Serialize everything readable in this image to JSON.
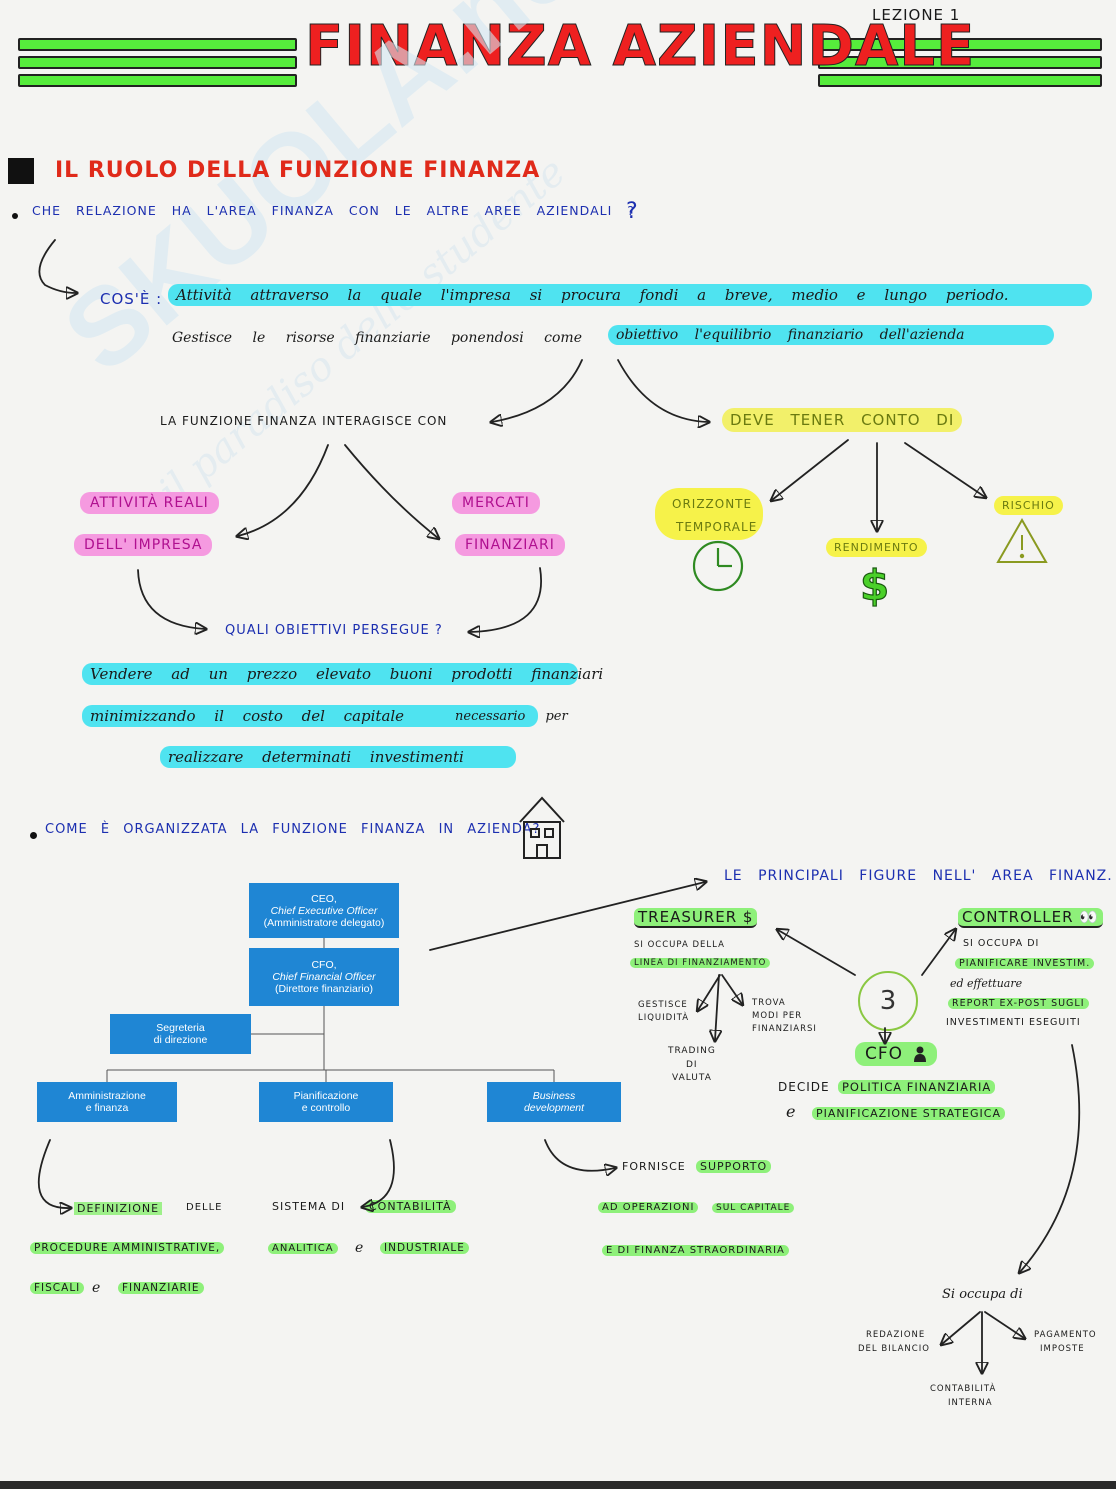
{
  "header": {
    "title": "FINANZA AZIENDALE",
    "lesson": "LEZIONE 1"
  },
  "watermark": {
    "brand": "SKUOLA.net",
    "tagline": "il paradiso dello studente"
  },
  "section1": {
    "heading": "IL RUOLO DELLA FUNZIONE FINANZA",
    "question1": "CHE RELAZIONE HA L'AREA FINANZA CON LE ALTRE AREE AZIENDALI ?",
    "def_label": "COS'È :",
    "def_text": "Attività attraverso la quale l'impresa si procura fondi a breve, medio e lungo periodo.",
    "manage_text": "Gestisce le risorse finanziarie ponendosi come",
    "objective_text": "obiettivo l'equilibrio finanziario dell'azienda",
    "interacts": "LA FUNZIONE FINANZA INTERAGISCE CON",
    "must_consider": "DEVE TENER CONTO DI",
    "pink1a": "ATTIVITÀ REALI",
    "pink1b": "DELL' IMPRESA",
    "pink2a": "MERCATI",
    "pink2b": "FINANZIARI",
    "yellow1a": "ORIZZONTE",
    "yellow1b": "TEMPORALE",
    "yellow2": "RENDIMENTO",
    "yellow3": "RISCHIO",
    "objectives_q": "QUALI OBIETTIVI PERSEGUE ?",
    "obj_line1": "Vendere ad un prezzo elevato buoni prodotti finanziari",
    "obj_line2a": "minimizzando il costo del capitale",
    "obj_line2b": "necessario per",
    "obj_line3": "realizzare determinati investimenti"
  },
  "section2": {
    "question2": "COME È ORGANIZZATA LA FUNZIONE FINANZA IN AZIENDA?",
    "org": {
      "ceo": [
        "CEO,",
        "Chief Executive Officer",
        "(Amministratore delegato)"
      ],
      "cfo": [
        "CFO,",
        "Chief Financial Officer",
        "(Direttore finanziario)"
      ],
      "segreteria": [
        "Segreteria",
        "di direzione"
      ],
      "amm": [
        "Amministrazione",
        "e finanza"
      ],
      "pian": [
        "Pianificazione",
        "e controllo"
      ],
      "biz": [
        "Business",
        "development"
      ]
    },
    "figures_title": "LE PRINCIPALI FIGURE NELL' AREA FINANZ.",
    "treasurer": {
      "title": "TREASURER $",
      "line1": "SI OCCUPA DELLA",
      "line2": "LINEA DI FINANZIAMENTO",
      "sub1a": "GESTISCE",
      "sub1b": "LIQUIDITÀ",
      "sub2a": "TROVA",
      "sub2b": "MODI PER",
      "sub2c": "FINANZIARSI",
      "sub3a": "TRADING",
      "sub3b": "DI",
      "sub3c": "VALUTA"
    },
    "controller": {
      "title": "CONTROLLER 👀",
      "line1": "SI OCCUPA DI",
      "line2": "PIANIFICARE INVESTIM.",
      "line3": "ed effettuare",
      "line4": "REPORT EX-POST SUGLI",
      "line5": "INVESTIMENTI ESEGUITI"
    },
    "circle_number": "3",
    "cfo": {
      "title": "CFO",
      "decides": "DECIDE",
      "policy": "POLITICA FINANZIARIA",
      "and": "e",
      "planning": "PIANIFICAZIONE STRATEGICA"
    },
    "amm_desc": {
      "a": "DEFINIZIONE",
      "b": "DELLE",
      "c": "PROCEDURE AMMINISTRATIVE,",
      "d": "FISCALI",
      "e": "e",
      "f": "FINANZIARIE"
    },
    "pian_desc": {
      "a": "SISTEMA DI",
      "b": "CONTABILITÀ",
      "c": "ANALITICA",
      "d": "e",
      "e": "INDUSTRIALE"
    },
    "biz_desc": {
      "a": "FORNISCE",
      "b": "SUPPORTO",
      "c": "AD OPERAZIONI",
      "d": "SUL CAPITALE",
      "e": "E DI FINANZA STRAORDINARIA"
    },
    "controller_tasks": {
      "title": "Si occupa di",
      "t1a": "REDAZIONE",
      "t1b": "DEL BILANCIO",
      "t2a": "CONTABILITÀ",
      "t2b": "INTERNA",
      "t3a": "PAGAMENTO",
      "t3b": "IMPOSTE"
    }
  }
}
